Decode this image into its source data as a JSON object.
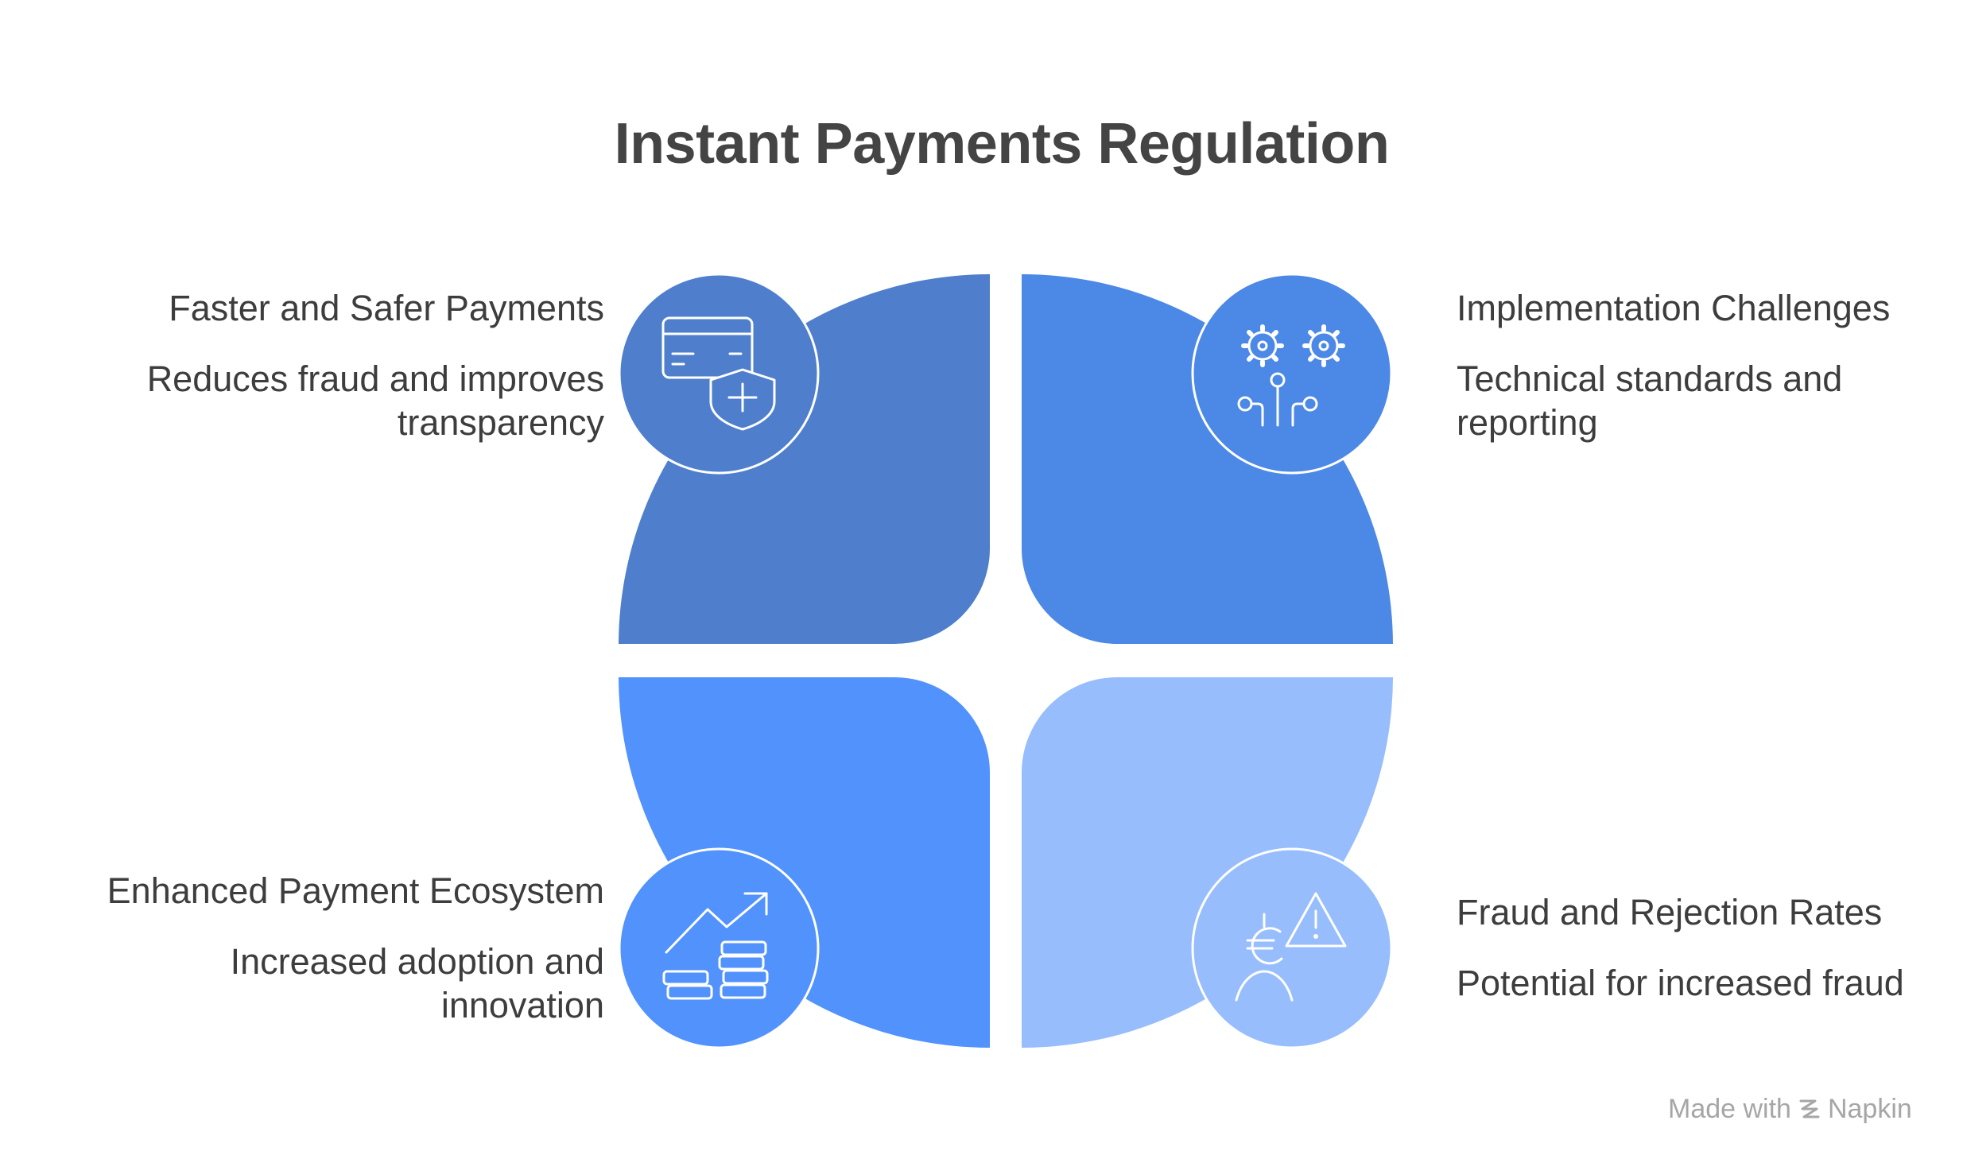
{
  "title": "Instant Payments Regulation",
  "quadrants": [
    {
      "heading": "Faster and Safer Payments",
      "description": "Reduces fraud and improves transparency",
      "icon": "card-shield-icon",
      "color": "#4f7fcc"
    },
    {
      "heading": "Implementation Challenges",
      "description": "Technical standards and reporting",
      "icon": "gears-circuit-icon",
      "color": "#4c88e6"
    },
    {
      "heading": "Enhanced Payment Ecosystem",
      "description": "Increased adoption and innovation",
      "icon": "growth-coins-icon",
      "color": "#5192fd"
    },
    {
      "heading": "Fraud and Rejection Rates",
      "description": "Potential for increased fraud",
      "icon": "euro-person-warning-icon",
      "color": "#97bdfd"
    }
  ],
  "brand": {
    "prefix": "Made with",
    "name": "Napkin"
  }
}
